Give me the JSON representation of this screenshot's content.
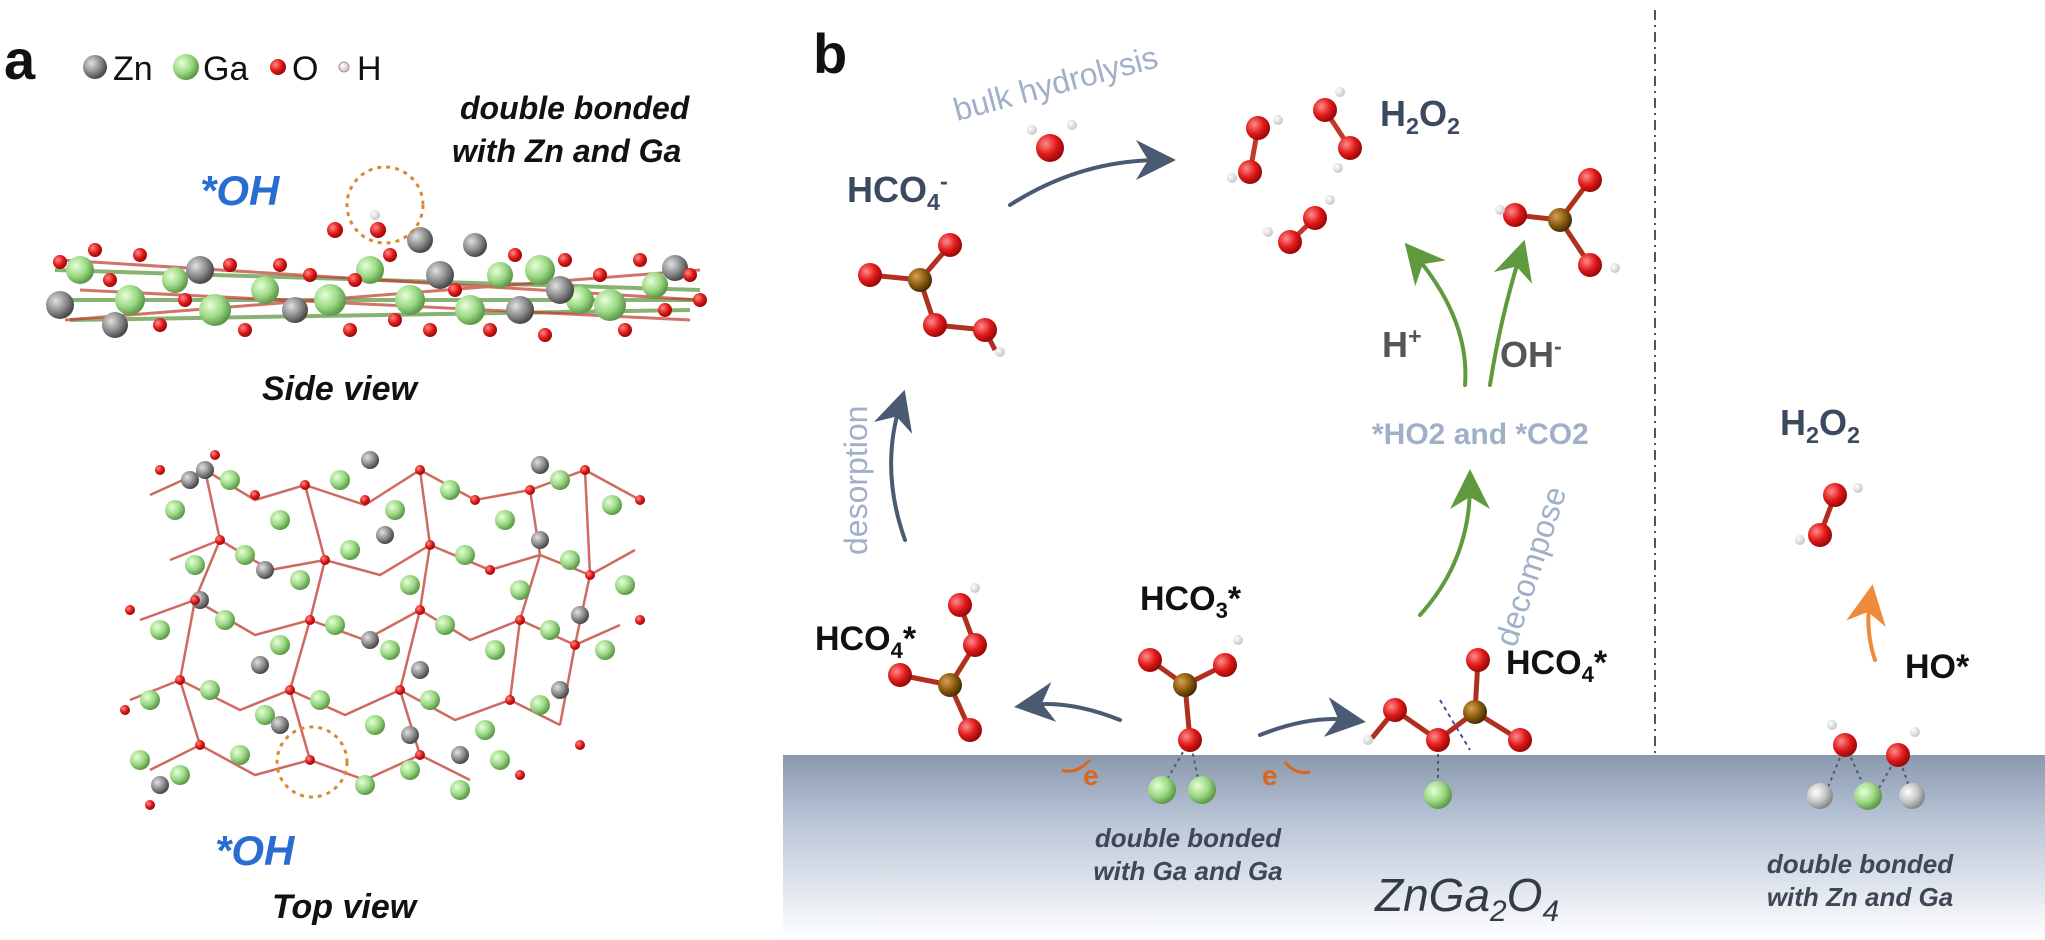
{
  "panel_a": {
    "label": "a",
    "legend": [
      {
        "symbol": "Zn",
        "color": "#8a8a8a"
      },
      {
        "symbol": "Ga",
        "color": "#9fd88a"
      },
      {
        "symbol": "O",
        "color": "#e02020"
      },
      {
        "symbol": "H",
        "color": "#f4eaea"
      }
    ],
    "annotation_line1": "double bonded",
    "annotation_line2": "with Zn and Ga",
    "oh_label_side": "*OH",
    "side_view_label": "Side view",
    "oh_label_top": "*OH",
    "top_view_label": "Top view"
  },
  "panel_b": {
    "label": "b",
    "bulk_hydrolysis": "bulk hydrolysis",
    "desorption": "desorption",
    "decompose": "decompose",
    "hco4_minus": {
      "base": "HCO",
      "sub": "4",
      "sup": "-"
    },
    "h2o2_top": {
      "base": "H",
      "sub1": "2",
      "mid": "O",
      "sub2": "2"
    },
    "h_plus": {
      "base": "H",
      "sup": "+"
    },
    "oh_minus": {
      "base": "OH",
      "sup": "-"
    },
    "intermediates": "*HO2 and *CO2",
    "hco4_star_left": {
      "base": "HCO",
      "sub": "4",
      "tail": "*"
    },
    "hco3_star": {
      "base": "HCO",
      "sub": "3",
      "tail": "*"
    },
    "hco4_star_right": {
      "base": "HCO",
      "sub": "4",
      "tail": "*"
    },
    "electron_left": "e",
    "electron_right": "e",
    "surface_note_line1": "double bonded",
    "surface_note_line2": "with Ga and Ga",
    "material": {
      "pre": "ZnGa",
      "sub1": "2",
      "mid": "O",
      "sub2": "4"
    },
    "h2o2_right": {
      "base": "H",
      "sub1": "2",
      "mid": "O",
      "sub2": "2"
    },
    "ho_star": "HO*",
    "right_note_line1": "double bonded",
    "right_note_line2": "with Zn and Ga"
  },
  "colors": {
    "zn": "#8a8a8a",
    "ga": "#9fd88a",
    "o": "#e02020",
    "h": "#f0f0f0",
    "c": "#8a5a10",
    "arrow_dark": "#4a5a72",
    "arrow_green": "#5f9a3e",
    "arrow_orange": "#ee8a3a",
    "oh_blue": "#2a6dd1",
    "halo_orange": "#d98a2a"
  }
}
